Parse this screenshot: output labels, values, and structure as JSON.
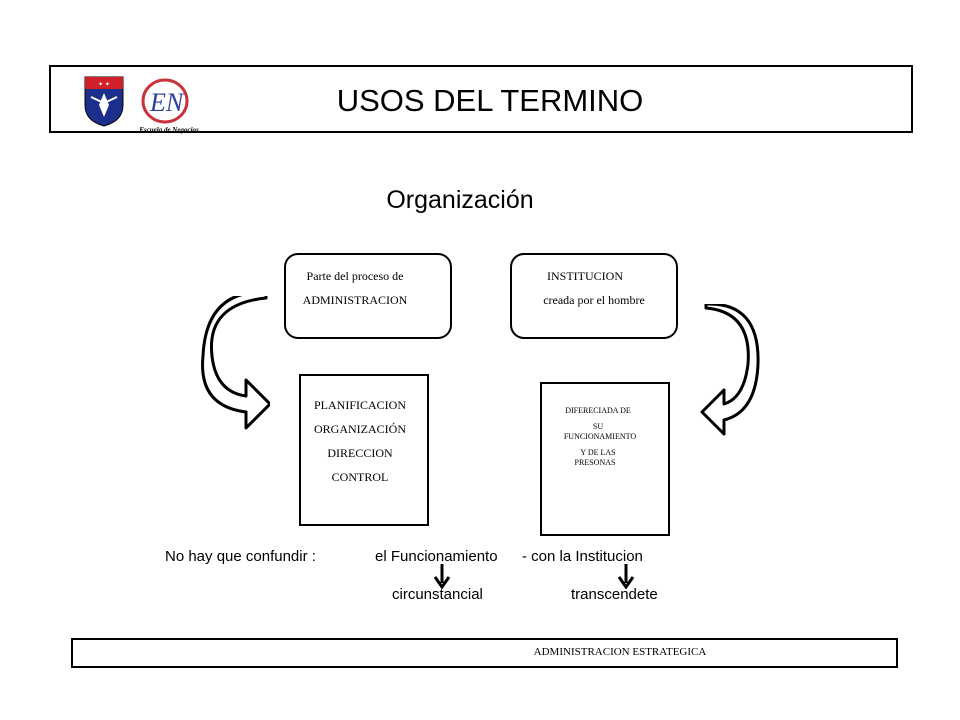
{
  "header": {
    "title": "USOS DEL TERMINO",
    "logo_text": "Escuela de Negocios",
    "logo_mark": "EN"
  },
  "subtitle": "Organización",
  "boxes": {
    "top_left": {
      "line1": "Parte del proceso de",
      "line2": "ADMINISTRACION"
    },
    "top_right": {
      "line1": "INSTITUCION",
      "line2": "creada por el hombre"
    },
    "bottom_left": {
      "items": [
        "PLANIFICACION",
        "ORGANIZACIÓN",
        "DIRECCION",
        "CONTROL"
      ]
    },
    "bottom_right": {
      "line1": "DIFERECIADA DE",
      "line2": "SU",
      "line3": "FUNCIONAMIENTO",
      "line4": "Y DE LAS",
      "line5": "PRESONAS"
    }
  },
  "note": {
    "prefix": "No hay que confundir  :",
    "part1": "el  Funcionamiento",
    "part2": "- con la  Institucion",
    "label1": "circunstancial",
    "label2": "transcendete"
  },
  "footer": {
    "text": "ADMINISTRACION  ESTRATEGICA"
  },
  "colors": {
    "crest_blue": "#1c2f8c",
    "crest_red": "#d0202a",
    "logo_blue": "#2a3f9e",
    "logo_red": "#c8323a"
  }
}
